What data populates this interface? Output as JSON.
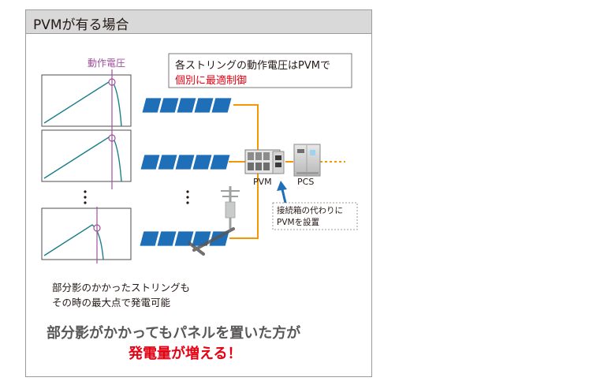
{
  "header": {
    "title": "PVMが有る場合"
  },
  "diagram": {
    "voltage_label": "動作電圧",
    "note_line1": "各ストリングの動作電圧はPVMで",
    "note_line2": "個別に最適制御",
    "pvm_label": "PVM",
    "pcs_label": "PCS",
    "callout_line1": "接続箱の代わりに",
    "callout_line2": "PVMを設置",
    "partial_line1": "部分影のかかったストリングも",
    "partial_line2": "その時の最大点で発電可能",
    "headline_line1": "部分影がかかってもパネルを置いた方が",
    "headline_line2": "発電量が増える！"
  },
  "colors": {
    "orange": "#f39800",
    "panel_blue": "#1e6fb8",
    "curve_teal": "#1b7f8a",
    "voltage_purple": "#a0509c",
    "accent_red": "#e60012",
    "headline_gray": "#595757"
  }
}
